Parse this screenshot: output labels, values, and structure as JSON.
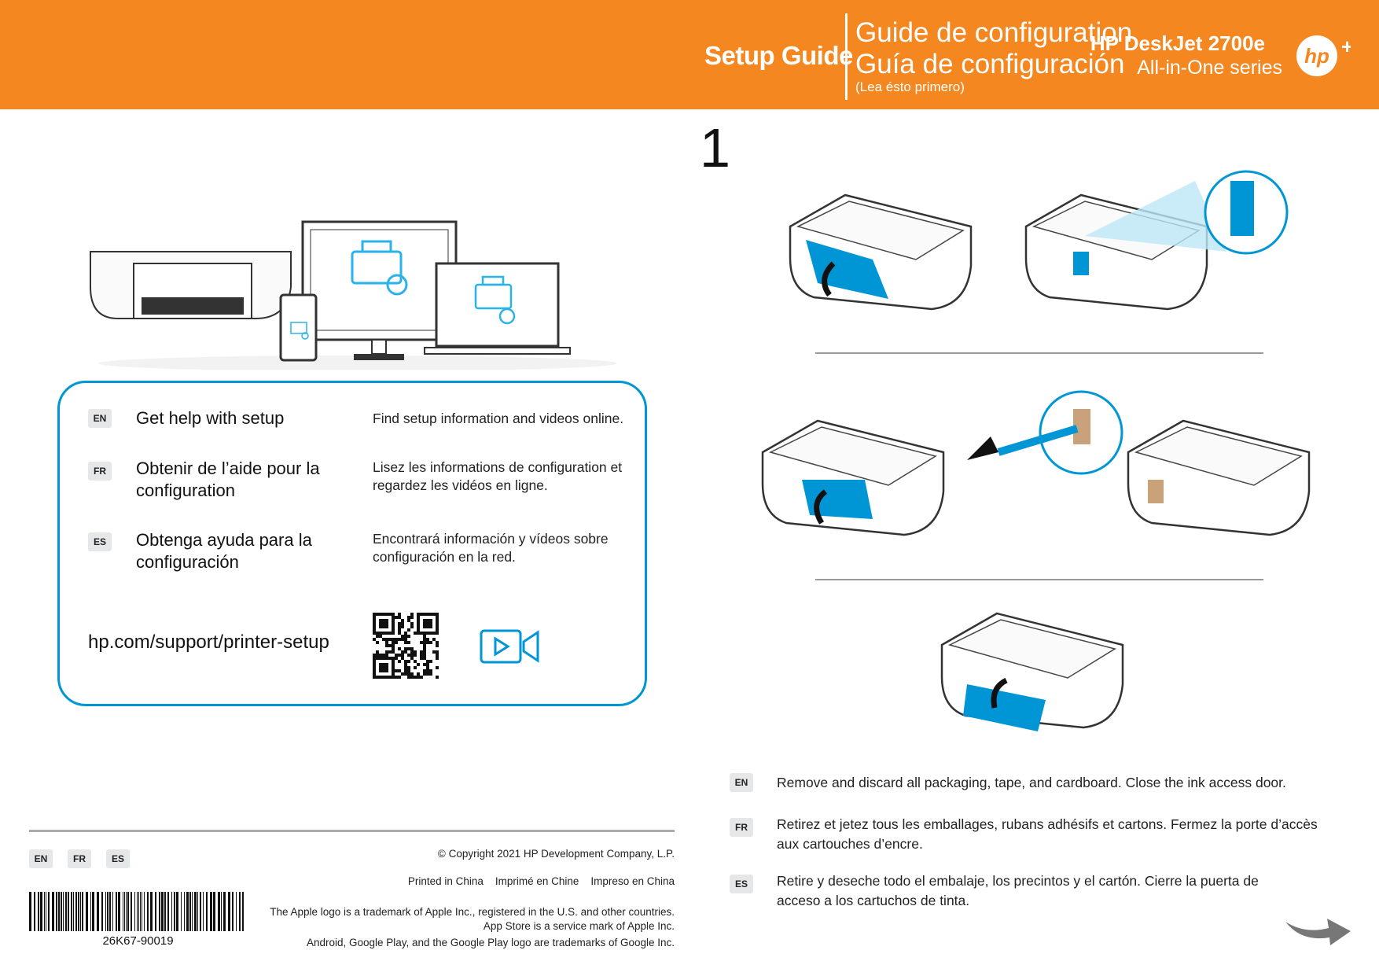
{
  "header": {
    "title_en": "Setup Guide",
    "title_fr": "Guide de configuration",
    "title_es": "Guía de configuración",
    "note_es": "(Lea ésto primero)",
    "model": "HP DeskJet 2700e",
    "series": "All-in-One series",
    "logo": "hp+",
    "color": "#f58720"
  },
  "step_number": "1",
  "help_box": {
    "accent": "#0096d6",
    "rows": [
      {
        "lang": "EN",
        "title": "Get help with setup",
        "desc": "Find setup information and videos online."
      },
      {
        "lang": "FR",
        "title": "Obtenir de l’aide pour la configuration",
        "desc": "Lisez les informations de configuration et regardez les vidéos en ligne."
      },
      {
        "lang": "ES",
        "title": "Obtenga ayuda para la configuración",
        "desc": "Encontrará información y vídeos sobre configuración en la red."
      }
    ],
    "url": "hp.com/support/printer-setup",
    "icons": [
      "qr-code",
      "video-icon"
    ]
  },
  "footer": {
    "langs": [
      "EN",
      "FR",
      "ES"
    ],
    "copyright": "© Copyright 2021 HP Development Company, L.P.",
    "printed": "Printed in China    Imprimé en Chine    Impreso en China",
    "apple": "The Apple logo is a trademark of Apple Inc., registered in the U.S. and other countries.",
    "appstore": "App Store is a service mark of Apple Inc.",
    "android": "Android, Google Play, and the Google Play logo are trademarks of Google Inc.",
    "part_number": "26K67-90019"
  },
  "instructions": [
    {
      "lang": "EN",
      "text": "Remove and discard all packaging, tape, and cardboard. Close the ink access door."
    },
    {
      "lang": "FR",
      "text": "Retirez et jetez tous les emballages, rubans adhésifs et cartons. Fermez la porte d’accès aux cartouches d’encre."
    },
    {
      "lang": "ES",
      "text": "Retire y deseche todo el embalaje, los precintos y el cartón. Cierre la puerta de acceso a los cartuchos de tinta."
    }
  ]
}
